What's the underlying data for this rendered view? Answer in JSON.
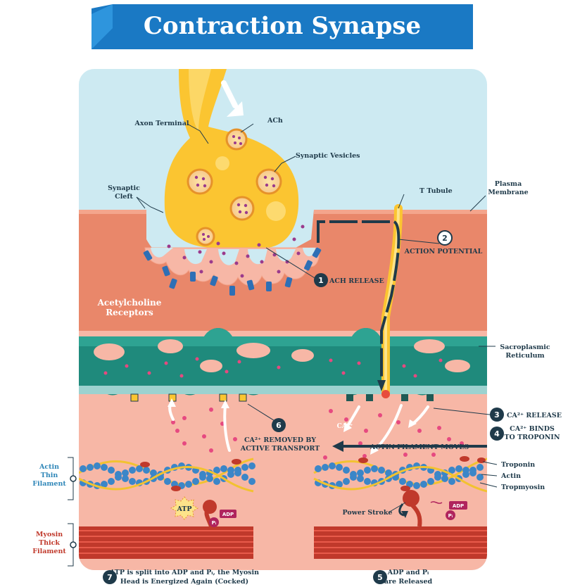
{
  "title": "Contraction Synapse",
  "labels": {
    "axon_terminal": "Axon Terminal",
    "ach": "ACh",
    "synaptic_vesicles": "Synaptic Vesicles",
    "synaptic_cleft_1": "Synaptic",
    "synaptic_cleft_2": "Cleft",
    "t_tubule": "T Tubule",
    "plasma_membrane_1": "Plasma",
    "plasma_membrane_2": "Membrane",
    "action_potential": "ACTION POTENTIAL",
    "ach_release": "ACH RELEASE",
    "ach_receptors_1": "Acetylcholine",
    "ach_receptors_2": "Receptors",
    "sarcoplasmic_1": "Sacroplasmic",
    "sarcoplasmic_2": "Reticulum",
    "ca_release": "CA²⁺ RELEASE",
    "ca_binds_1": "CA²⁺ BINDS",
    "ca_binds_2": "TO TROPONIN",
    "ca_removed_1": "CA²⁺ REMOVED BY",
    "ca_removed_2": "ACTIVE TRANSPORT",
    "ca": "CA²⁺",
    "actin_moves": "ACTIN FILAMENT MOVES",
    "troponin": "Troponin",
    "actin": "Actin",
    "tropomyosin": "Tropmyosin",
    "power_stroke": "Power Stroke",
    "actin_thin_1": "Actin",
    "actin_thin_2": "Thin",
    "actin_thin_3": "Filament",
    "myosin_thick_1": "Myosin",
    "myosin_thick_2": "Thick",
    "myosin_thick_3": "Filament",
    "atp": "ATP",
    "adp_left": "ADP",
    "pi_left": "Pᵢ",
    "adp_right": "ADP",
    "pi_right": "Pᵢ",
    "step7_1": "ATP is split into ADP and Pᵢ, the Myosin",
    "step7_2": "Head is Energized Again (Cocked)",
    "step5_1": "ADP and Pᵢ",
    "step5_2": "are Released"
  },
  "steps": {
    "s1": "1",
    "s2": "2",
    "s3": "3",
    "s4": "4",
    "s5": "5",
    "s6": "6",
    "s7": "7"
  },
  "colors": {
    "title_banner": "#1a79c4",
    "extracellular": "#cdeaf2",
    "membrane": "#e9876a",
    "sarcoplasm": "#f7b7a6",
    "sr": "#1f8a7c",
    "axon": "#fbc531",
    "actin": "#3b86c8",
    "tropomyosin": "#f2c230",
    "myosin": "#c0392b",
    "ink": "#1f3a4a"
  }
}
